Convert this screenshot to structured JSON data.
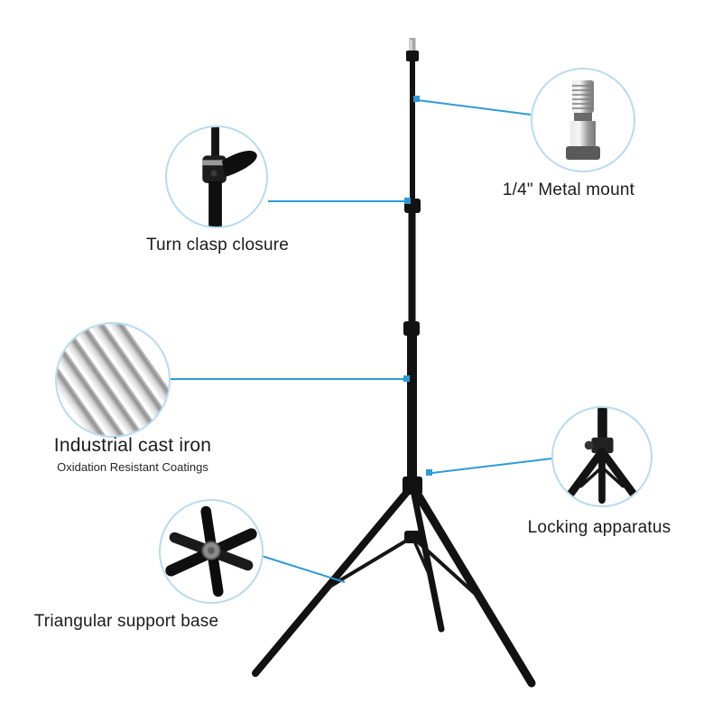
{
  "infographic": {
    "subject": "photography light stand tripod",
    "colors": {
      "background": "#ffffff",
      "connector_line": "#2f9bd6",
      "circle_border": "#b7dbee",
      "stand": "#121212",
      "text": "#1b1b1b"
    },
    "callouts": [
      {
        "id": "metal-mount",
        "label": "1/4\"  Metal mount"
      },
      {
        "id": "turn-clasp",
        "label": "Turn clasp closure"
      },
      {
        "id": "cast-iron",
        "label": "Industrial cast iron",
        "sublabel": "Oxidation Resistant Coatings"
      },
      {
        "id": "locking-apparatus",
        "label": "Locking apparatus"
      },
      {
        "id": "support-base",
        "label": "Triangular support base"
      }
    ]
  }
}
